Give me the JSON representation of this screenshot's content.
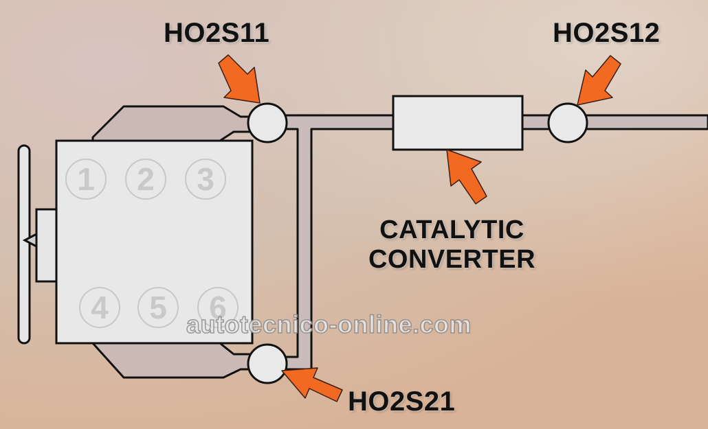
{
  "colors": {
    "background_top_left": "#d7c2bd",
    "background_top_right": "#ddd2c6",
    "background_bottom": "#dcb79c",
    "engine_head": "#cab9b5",
    "engine_block": "#e8e8e8",
    "pipe": "#cbbcbc",
    "arrow": "#f26a22",
    "outline": "#111111"
  },
  "sensors": {
    "upstream_bank1": {
      "label": "HO2S11",
      "arrow_icon": "orange-arrow"
    },
    "downstream": {
      "label": "HO2S12",
      "arrow_icon": "orange-arrow"
    },
    "upstream_bank2": {
      "label": "HO2S21",
      "arrow_icon": "orange-arrow"
    }
  },
  "catalytic_converter": {
    "label_line1": "CATALYTIC",
    "label_line2": "CONVERTER"
  },
  "engine": {
    "cylinders": [
      "1",
      "2",
      "3",
      "4",
      "5",
      "6"
    ]
  },
  "watermark": "autotecnico-online.com"
}
